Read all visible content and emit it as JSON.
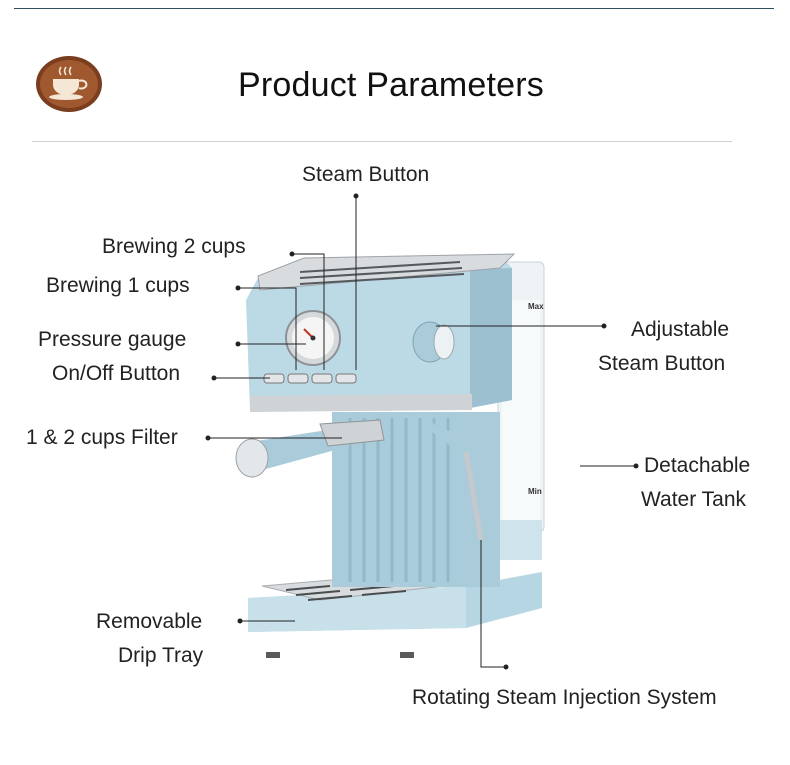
{
  "header": {
    "title": "Product Parameters",
    "logo_icon": "coffee-cup-icon"
  },
  "labels": {
    "steam_button": "Steam Button",
    "brewing_2_cups": "Brewing 2 cups",
    "brewing_1_cups": "Brewing 1 cups",
    "pressure_gauge": "Pressure gauge",
    "on_off_button": "On/Off Button",
    "filter": "1 & 2 cups Filter",
    "adjustable_steam_line1": "Adjustable",
    "adjustable_steam_line2": "Steam Button",
    "water_tank_line1": "Detachable",
    "water_tank_line2": "Water Tank",
    "drip_tray_line1": "Removable",
    "drip_tray_line2": "Drip Tray",
    "rotating_steam": "Rotating Steam Injection System"
  },
  "tank_marks": {
    "max": "Max",
    "min": "Min"
  },
  "colors": {
    "machine_body": "#bcd9e6",
    "machine_body_dark": "#9cc0d0",
    "chrome": "#d9dcdf",
    "leader": "#222222",
    "logo_brown": "#8a4b2a"
  }
}
